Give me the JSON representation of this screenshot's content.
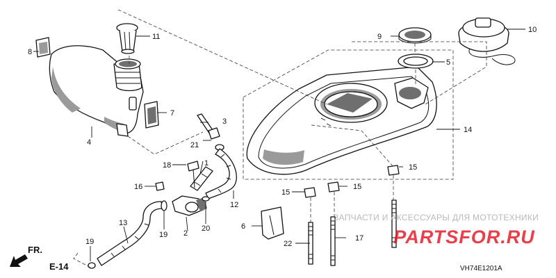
{
  "diagram": {
    "labels": {
      "p1": "1",
      "p2": "2",
      "p3": "3",
      "p4": "4",
      "p5": "5",
      "p6": "6",
      "p7": "7",
      "p8": "8",
      "p9": "9",
      "p10": "10",
      "p11": "11",
      "p12": "12",
      "p13": "13",
      "p14": "14",
      "p15a": "15",
      "p15b": "15",
      "p15c": "15",
      "p16": "16",
      "p17": "17",
      "p18": "18",
      "p19a": "19",
      "p19b": "19",
      "p20": "20",
      "p21": "21",
      "p22": "22"
    },
    "reference": "E-14",
    "direction": "FR.",
    "drawing_code": "VH74E1201A"
  },
  "watermark": {
    "tagline": "ЗАПЧАСТИ И АКСЕССУАРЫ ДЛЯ МОТОТЕХНИКИ",
    "brand": "PARTSFOR.RU"
  }
}
